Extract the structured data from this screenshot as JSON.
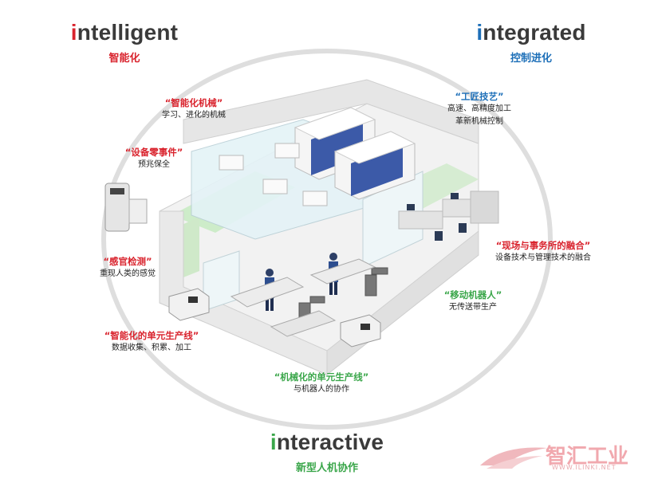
{
  "headings": {
    "intelligent": {
      "initial": "i",
      "rest": "ntelligent",
      "sub": "智能化"
    },
    "integrated": {
      "initial": "i",
      "rest": "ntegrated",
      "sub": "控制进化"
    },
    "interactive": {
      "initial": "i",
      "rest": "nteractive",
      "sub": "新型人机协作"
    }
  },
  "labels": {
    "smart_machine": {
      "title": "“智能化机械”",
      "desc": "学习、进化的机械"
    },
    "zero_incident": {
      "title": "“设备零事件”",
      "desc": "预兆保全"
    },
    "sensing": {
      "title": "“感官检测”",
      "desc": "重现人类的感觉"
    },
    "smart_cell_line": {
      "title": "“智能化的单元生产线”",
      "desc": "数据收集、积累、加工"
    },
    "craft_tech": {
      "title": "“工匠技艺”",
      "desc1": "高速、高精度加工",
      "desc2": "革新机械控制"
    },
    "site_office": {
      "title": "“现场与事务所的融合”",
      "desc": "设备技术与管理技术的融合"
    },
    "mobile_robot": {
      "title": "“移动机器人”",
      "desc": "无传送带生产"
    },
    "mech_cell_line": {
      "title": "“机械化的单元生产线”",
      "desc": "与机器人的协作"
    }
  },
  "watermark": {
    "text": "智汇工业",
    "url": "WWW.ILINKI.NET"
  },
  "colors": {
    "red": "#d9232d",
    "blue": "#1d6fb8",
    "green": "#3aa64a",
    "text": "#3a3a3a"
  }
}
